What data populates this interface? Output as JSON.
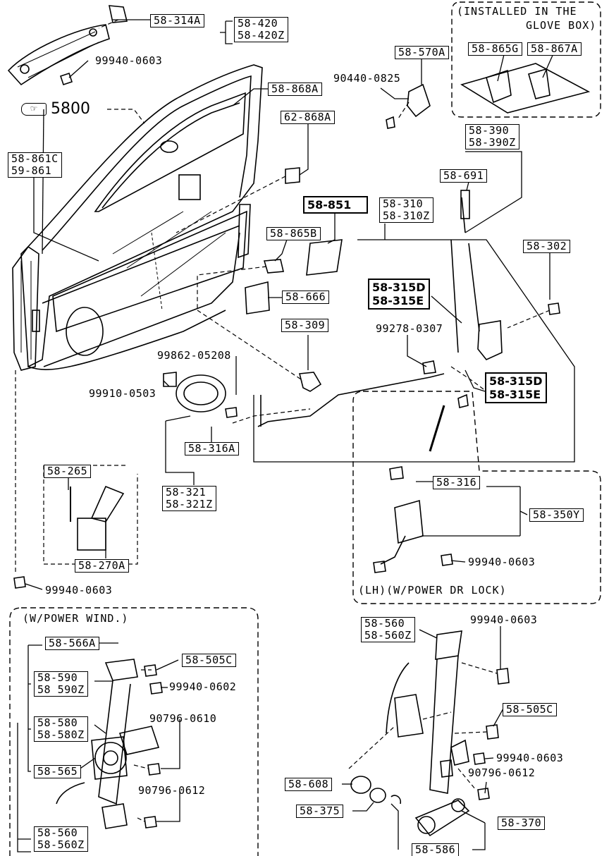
{
  "labels": {
    "p0": "58-314A",
    "p1a": "58-420",
    "p1b": "58-420Z",
    "p2": "99940-0603",
    "ref": "5800",
    "p3": "58-868A",
    "p4": "62-868A",
    "p5a": "58-861C",
    "p5b": "59-861",
    "p6": "58-851",
    "p7a": "58-310",
    "p7b": "58-310Z",
    "p8": "58-865B",
    "p9": "58-666",
    "p10": "58-309",
    "p11": "90440-0825",
    "p12": "58-570A",
    "note1a": "(INSTALLED IN THE",
    "note1b": "GLOVE BOX)",
    "p13": "58-865G",
    "p14": "58-867A",
    "p15a": "58-390",
    "p15b": "58-390Z",
    "p16": "58-691",
    "p17": "58-302",
    "p18a": "58-315D",
    "p18b": "58-315E",
    "p19": "99278-0307",
    "p20a": "58-315D",
    "p20b": "58-315E",
    "p21": "99862-05208",
    "p22": "99910-0503",
    "p23": "58-316A",
    "p24a": "58-321",
    "p24b": "58-321Z",
    "p25": "58-265",
    "p26": "58-270A",
    "p27": "99940-0603",
    "p28": "58-316",
    "p29": "58-350Y",
    "p30": "99940-0603",
    "note2": "(LH)(W/POWER DR LOCK)",
    "note3": "(W/POWER WIND.)",
    "p31": "58-566A",
    "p32": "58-505C",
    "p33a": "58-590",
    "p33b": "58 590Z",
    "p34": "99940-0602",
    "p35a": "58-580",
    "p35b": "58-580Z",
    "p36": "90796-0610",
    "p37": "58-565",
    "p38": "90796-0612",
    "p39a": "58-560",
    "p39b": "58-560Z",
    "p40a": "58-560",
    "p40b": "58-560Z",
    "p41": "99940-0603",
    "p42": "58-505C",
    "p43": "99940-0603",
    "p44": "90796-0612",
    "p45": "58-608",
    "p46": "58-375",
    "p47": "58-370",
    "p48": "58-586"
  }
}
